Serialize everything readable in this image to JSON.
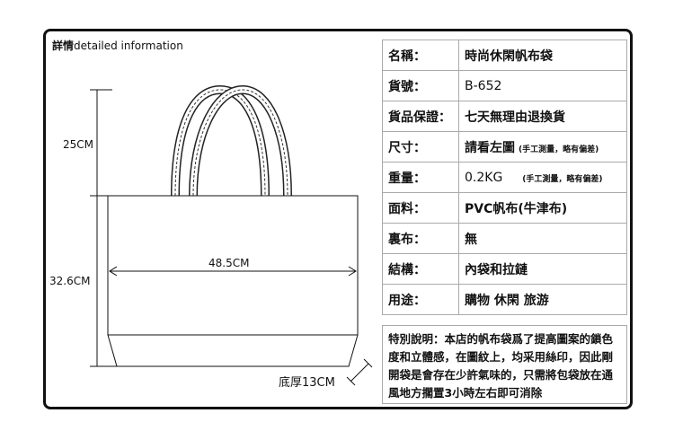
{
  "header": {
    "title_cn": "詳情",
    "title_en": "detailed information"
  },
  "dimensions": {
    "handle_height": "25CM",
    "bag_height": "32.6CM",
    "width": "48.5CM",
    "bottom": "底厚13CM"
  },
  "specs": [
    {
      "label": "名稱：",
      "value": "時尚休閑帆布袋"
    },
    {
      "label": "貨號：",
      "value": "B-652"
    },
    {
      "label": "貨品保證：",
      "value": "七天無理由退換貨"
    },
    {
      "label": "尺寸：",
      "value": "請看左圖",
      "note": "(手工測量，略有偏差)"
    },
    {
      "label": "重量：",
      "value": "0.2KG",
      "note": "(手工測量，略有偏差)"
    },
    {
      "label": "面料：",
      "value": "PVC帆布(牛津布)"
    },
    {
      "label": "裏布：",
      "value": "無"
    },
    {
      "label": "結構：",
      "value": "內袋和拉鏈"
    },
    {
      "label": "用途：",
      "value": "購物  休閑    旅游"
    }
  ],
  "note": "特別說明：本店的帆布袋爲了提高圖案的鎖色度和立體感，在圖紋上，均采用絲印，因此剛開袋是會存在少許氣味的，只需將包袋放在通風地方擱置3小時左右即可消除"
}
